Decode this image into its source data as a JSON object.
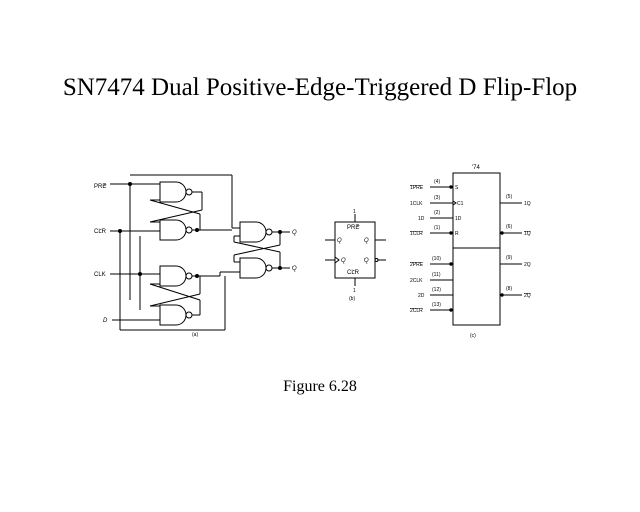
{
  "title": "SN7474 Dual Positive-Edge-Triggered D Flip-Flop",
  "caption": "Figure 6.28",
  "panel_a": {
    "inputs": [
      "PRE",
      "CLR",
      "CLK",
      "D"
    ],
    "outputs": [
      "Q",
      "Q"
    ],
    "label": "(a)"
  },
  "panel_b": {
    "top_pin": "1",
    "pre": "PRE",
    "clr": "CLR",
    "bottom_pin": "1",
    "left_q": "Q",
    "clk_q": "Q",
    "right_q_top": "Q",
    "right_q_bottom": "Q",
    "label": "(b)"
  },
  "panel_c": {
    "part": "'74",
    "pins_left": [
      {
        "num": "(4)",
        "name": "1PRE",
        "inner": "S"
      },
      {
        "num": "(3)",
        "name": "1CLK",
        "inner": "C1"
      },
      {
        "num": "(2)",
        "name": "1D",
        "inner": "1D"
      },
      {
        "num": "(1)",
        "name": "1CLR",
        "inner": "R"
      },
      {
        "num": "(10)",
        "name": "2PRE",
        "inner": ""
      },
      {
        "num": "(11)",
        "name": "2CLK",
        "inner": ""
      },
      {
        "num": "(12)",
        "name": "2D",
        "inner": ""
      },
      {
        "num": "(13)",
        "name": "2CLR",
        "inner": ""
      }
    ],
    "pins_right": [
      {
        "num": "(5)",
        "name": "1Q"
      },
      {
        "num": "(6)",
        "name": "1Q"
      },
      {
        "num": "(9)",
        "name": "2Q"
      },
      {
        "num": "(8)",
        "name": "2Q"
      }
    ],
    "label": "(c)"
  }
}
